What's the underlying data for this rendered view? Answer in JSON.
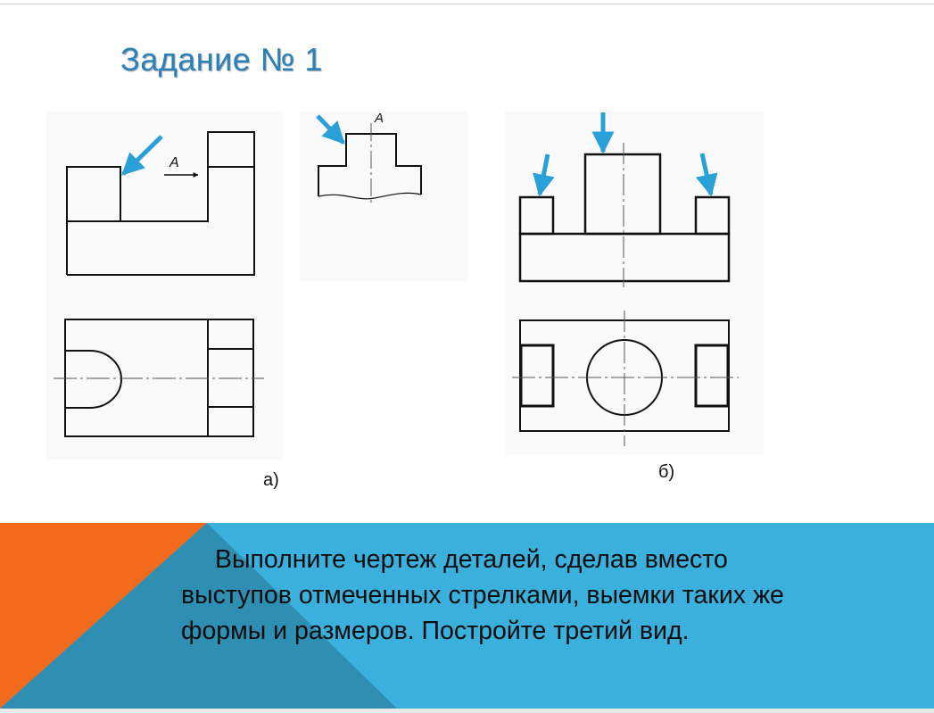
{
  "slide": {
    "title": "Задание № 1",
    "caption_a": "а)",
    "caption_b": "б)",
    "view_label_a1": "А",
    "view_label_a2": "А",
    "task_text": "Выполните чертеж деталей, сделав вместо выступов отмеченных стрелками, выемки таких же формы и размеров. Постройте третий вид."
  },
  "colors": {
    "title": "#2a80b9",
    "arrow": "#2aa0d8",
    "banner_blue": "#3bb0dc",
    "banner_orange": "#f26a1b",
    "banner_teal": "#2f8fb3"
  }
}
